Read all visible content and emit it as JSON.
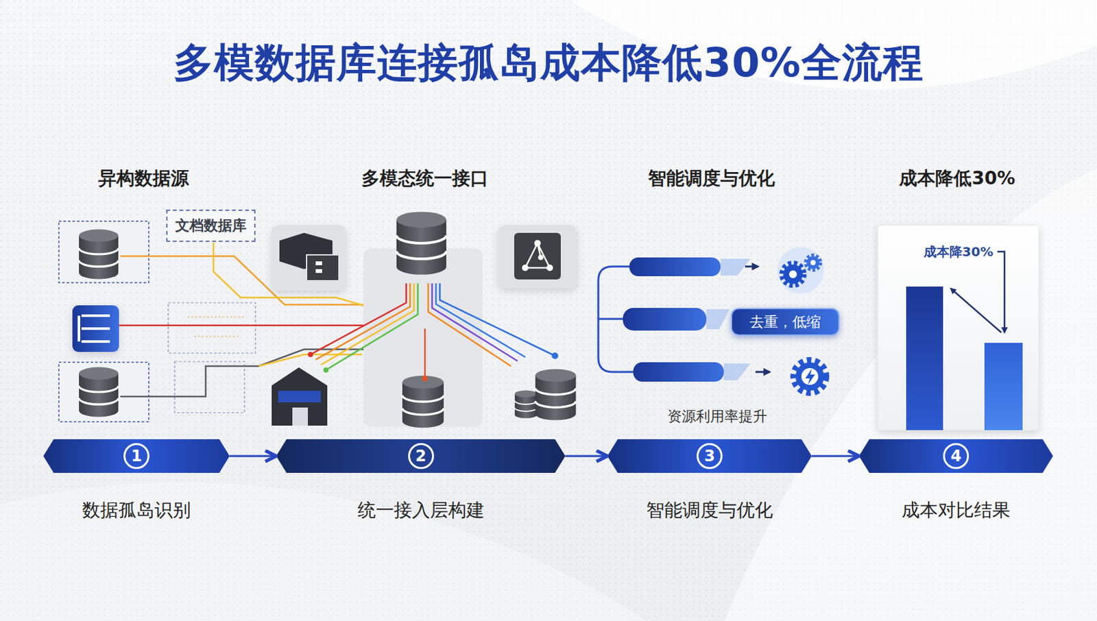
{
  "diagram": {
    "title": "多模数据库连接孤岛成本降低30%全流程",
    "nodes": [
      {
        "text": [
          "文档数据库"
        ]
      },
      {
        "text": [
          "去重，低缩"
        ]
      },
      {
        "text": [
          "成本降30%"
        ]
      },
      {
        "text": [
          "1",
          "数据孤岛识别"
        ]
      },
      {
        "text": [
          "2",
          "统一接入层构建"
        ]
      },
      {
        "text": [
          "3",
          "智能调度与优化"
        ]
      },
      {
        "text": [
          "4",
          "成本对比结果"
        ]
      }
    ],
    "edges": [
      {
        "from": 3,
        "to": 4,
        "arrow": "to"
      },
      {
        "from": 4,
        "to": 5,
        "arrow": "to"
      },
      {
        "from": 5,
        "to": 6,
        "arrow": "to"
      }
    ],
    "labels": [
      "异构数据源",
      "多模态统一接口",
      "智能调度与优化",
      "成本降低30%",
      "资源利用率提升"
    ]
  }
}
